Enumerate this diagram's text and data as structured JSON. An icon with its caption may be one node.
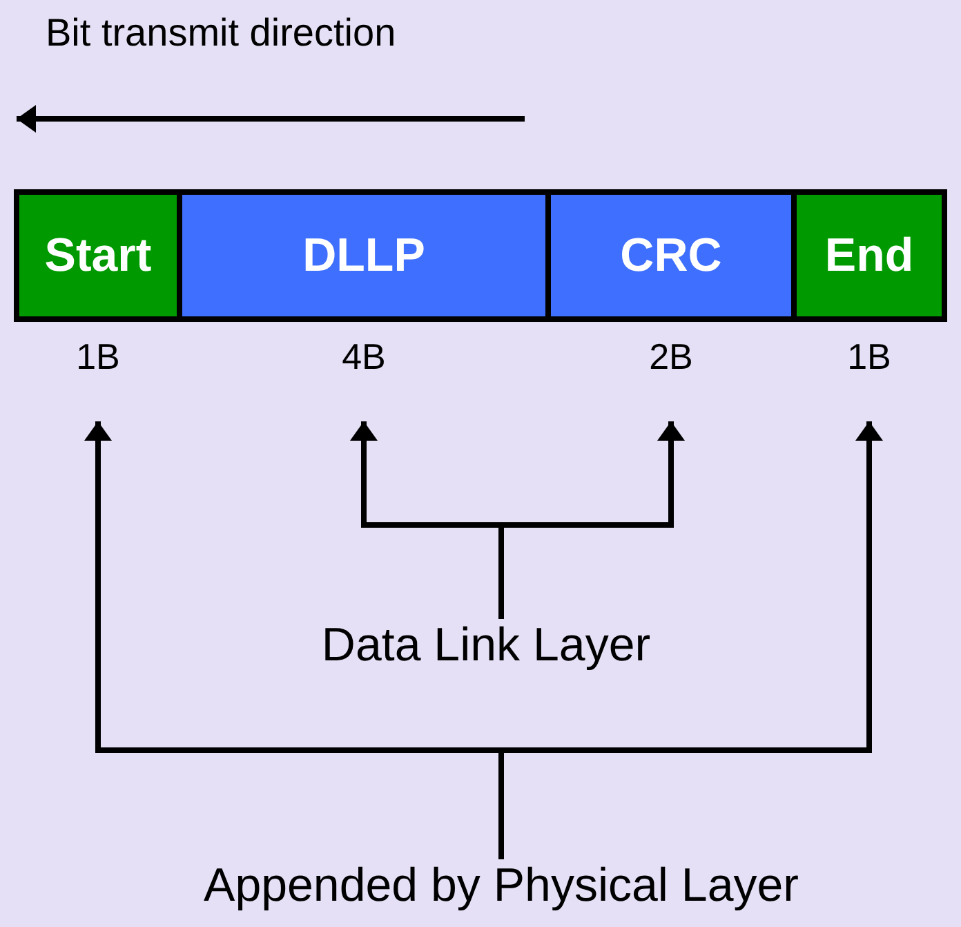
{
  "diagram": {
    "nodes": [
      {
        "text": [
          "Start"
        ],
        "beside": [
          "1B"
        ]
      },
      {
        "text": [
          "DLLP"
        ],
        "beside": [
          "4B"
        ]
      },
      {
        "text": [
          "CRC"
        ],
        "beside": [
          "2B"
        ]
      },
      {
        "text": [
          "End"
        ],
        "beside": [
          "1B"
        ]
      },
      {
        "text": [
          "Data Link Layer"
        ]
      },
      {
        "text": [
          "Appended by Physical Layer"
        ]
      }
    ],
    "edges": [
      {
        "from": 4,
        "to": 1,
        "arrow": "to"
      },
      {
        "from": 4,
        "to": 2,
        "arrow": "to"
      },
      {
        "from": 5,
        "to": 0,
        "arrow": "to"
      },
      {
        "from": 5,
        "to": 3,
        "arrow": "to"
      }
    ],
    "labels": [
      "Bit transmit direction"
    ]
  }
}
